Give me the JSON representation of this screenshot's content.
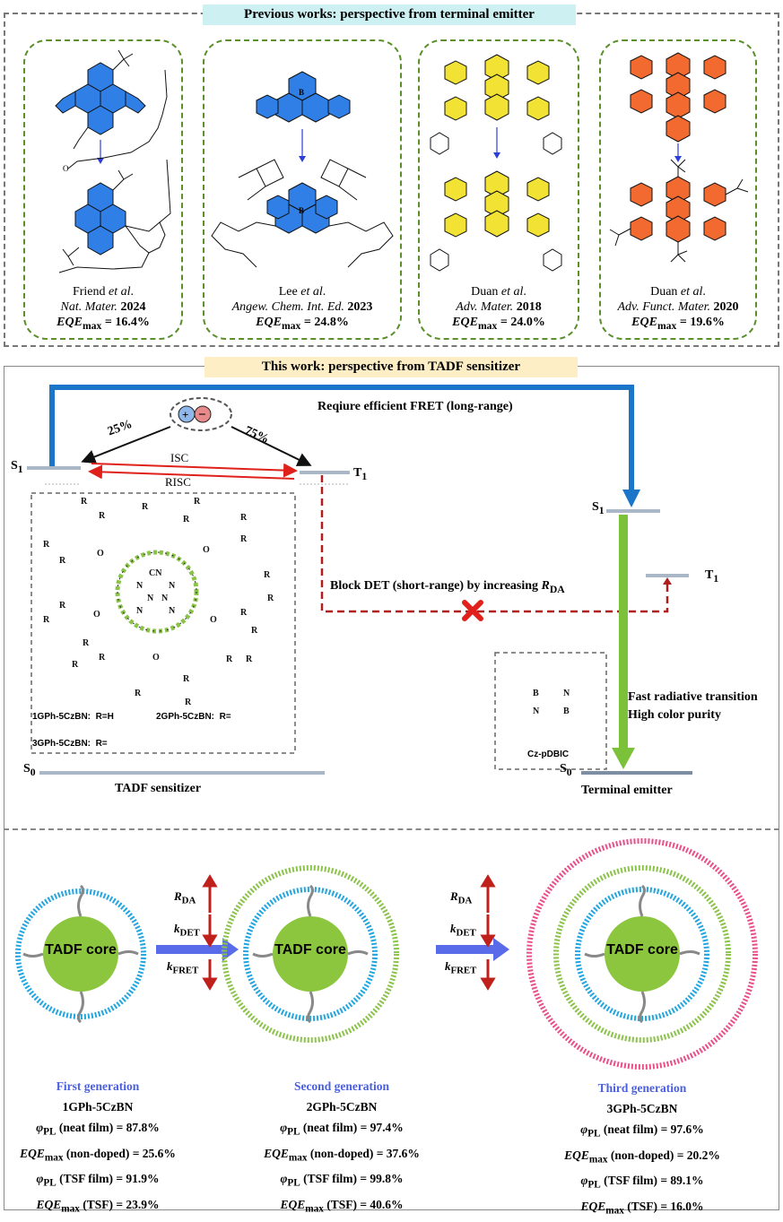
{
  "top_banner": "Previous works: perspective from terminal emitter",
  "mid_banner": "This work: perspective from TADF sensitizer",
  "previous_works": [
    {
      "author": "Friend",
      "etal": "et al",
      "journal": "Nat. Mater.",
      "year": "2024",
      "eqe_label": "EQE",
      "eqe_sub": "max",
      "eqe_value": "= 16.4%",
      "color": "#2f7fe6"
    },
    {
      "author": "Lee",
      "etal": "et al",
      "journal": "Angew. Chem. Int. Ed.",
      "year": "2023",
      "eqe_label": "EQE",
      "eqe_sub": "max",
      "eqe_value": "= 24.8%",
      "color": "#2f7fe6"
    },
    {
      "author": "Duan",
      "etal": "et al",
      "journal": "Adv. Mater.",
      "year": "2018",
      "eqe_label": "EQE",
      "eqe_sub": "max",
      "eqe_value": "= 24.0%",
      "color": "#f2e233"
    },
    {
      "author": "Duan",
      "etal": "et al",
      "journal": "Adv. Funct. Mater.",
      "year": "2020",
      "eqe_label": "EQE",
      "eqe_sub": "max",
      "eqe_value": "= 19.6%",
      "color": "#f26a30"
    }
  ],
  "mechanism": {
    "fret_label": "Reqiure efficient FRET (long-range)",
    "pct_singlet": "25%",
    "pct_triplet": "75%",
    "isc": "ISC",
    "risc": "RISC",
    "s1": "S",
    "t1": "T",
    "s0": "S",
    "sub1": "1",
    "sub0": "0",
    "det_label": "Block DET (short-range) by increasing ",
    "det_rda": "R",
    "det_rda_sub": "DA",
    "fast_1": "Fast radiative transition",
    "fast_2": "High color purity",
    "sensitizer_caption": "TADF sensitizer",
    "emitter_caption": "Terminal emitter",
    "emitter_name": "Cz-pDBIC",
    "mol_1": "1GPh-5CzBN:",
    "mol_1_r": "R=H",
    "mol_2": "2GPh-5CzBN:",
    "mol_2_r": "R=",
    "mol_3": "3GPh-5CzBN:",
    "mol_3_r": "R="
  },
  "generation_params": {
    "r_label": "R",
    "r_sub": "DA",
    "kdet_label": "k",
    "kdet_sub": "DET",
    "kfret_label": "k",
    "kfret_sub": "FRET",
    "core_label": "TADF core"
  },
  "generations": [
    {
      "title": "First generation",
      "name": "1GPh-5CzBN",
      "plqy_neat": "(neat film) = 87.8%",
      "eqe_nondoped": "(non-doped) = 25.6%",
      "plqy_tsf": "(TSF film) = 91.9%",
      "eqe_tsf": "(TSF) = 23.9%"
    },
    {
      "title": "Second generation",
      "name": "2GPh-5CzBN",
      "plqy_neat": "(neat film) = 97.4%",
      "eqe_nondoped": "(non-doped) = 37.6%",
      "plqy_tsf": "(TSF film) = 99.8%",
      "eqe_tsf": "(TSF) = 40.6%"
    },
    {
      "title": "Third generation",
      "name": "3GPh-5CzBN",
      "plqy_neat": "(neat film) = 97.6%",
      "eqe_nondoped": "(non-doped) = 20.2%",
      "plqy_tsf": "(TSF film) = 89.1%",
      "eqe_tsf": "(TSF) = 16.0%"
    }
  ],
  "symbols": {
    "phi": "φ",
    "phi_sub": "PL",
    "eqe": "EQE",
    "eqe_sub": "max"
  },
  "colors": {
    "blue_arrow": "#1b75c9",
    "green_arrow": "#7cc13a",
    "red": "#e0201b",
    "ring_blue": "#23a6e0",
    "ring_green": "#8bc34a",
    "ring_pink": "#e8508a",
    "core": "#8cc63f"
  }
}
